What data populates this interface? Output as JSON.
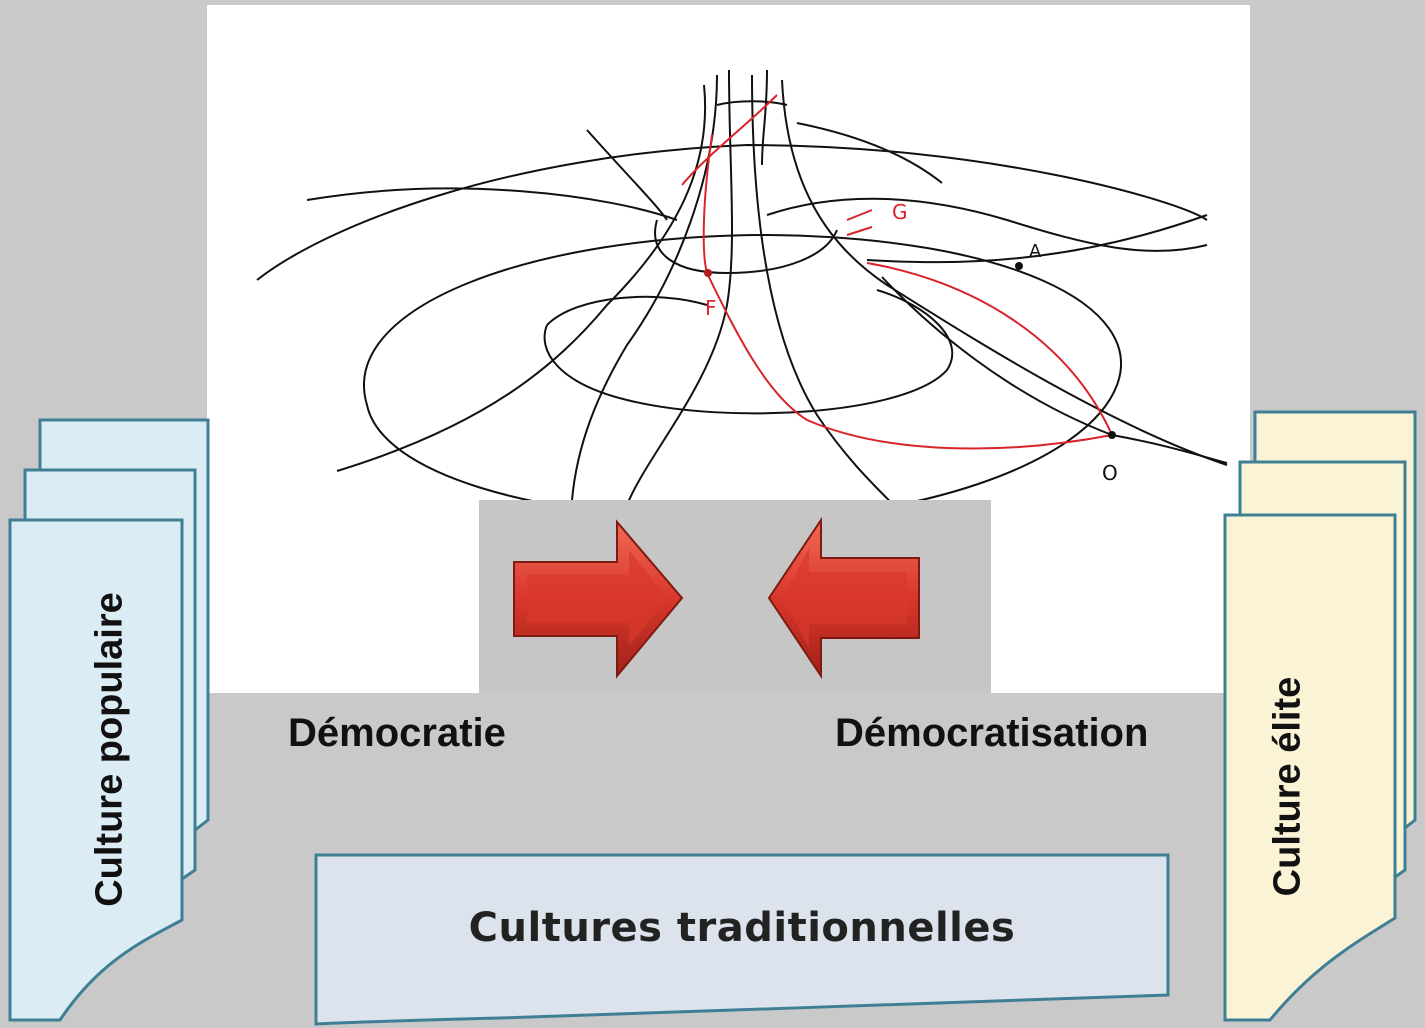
{
  "labels": {
    "left_arrow_caption": "Démocratie",
    "right_arrow_caption": "Démocratisation",
    "left_doc": "Culture populaire",
    "right_doc": "Culture élite",
    "bottom_box": "Cultures traditionnelles"
  },
  "sketch_points": {
    "g": "G",
    "a": "A",
    "f": "F",
    "o": "O"
  },
  "colors": {
    "background": "#c9c9c9",
    "left_doc_fill": "#dcecf4",
    "right_doc_fill": "#fbf3d6",
    "doc_stroke": "#3f7f95",
    "bottom_box_fill": "#dde3ec",
    "arrow_red": "#d9372b",
    "sketch_red": "#d8242a"
  }
}
